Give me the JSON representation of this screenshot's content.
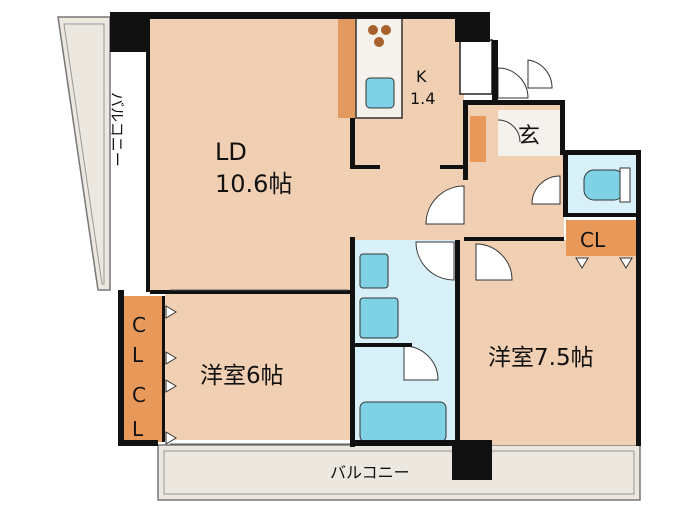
{
  "rooms": {
    "ld": {
      "name": "LD",
      "size": "10.6帖"
    },
    "kitchen": {
      "name": "K",
      "size": "1.4"
    },
    "genkan": {
      "name": "玄"
    },
    "bedroom_west": {
      "name": "洋室6帖"
    },
    "bedroom_east": {
      "name": "洋室7.5帖"
    }
  },
  "closets": {
    "east": "CL",
    "west_upper": [
      "C",
      "L"
    ],
    "west_lower": [
      "C",
      "L"
    ]
  },
  "balconies": {
    "west": "バルコニー",
    "south": "バルコニー"
  },
  "colors": {
    "room_floor": "#f1cfb3",
    "wet_area": "#d8f0f7",
    "balcony": "#ece7df",
    "closet": "#e8995a",
    "kitchen_counter": "#e39a5e",
    "wall": "#111111",
    "fixture": "#7fd1e6"
  }
}
